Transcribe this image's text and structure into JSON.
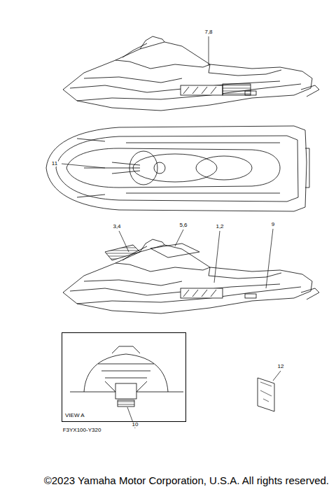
{
  "diagram": {
    "caption": "©2023 Yamaha Motor Corporation, U.S.A. All rights reserved.",
    "nodes": [
      {
        "text": [
          "VIEW A"
        ]
      }
    ],
    "edges": [],
    "labels": [
      "7,8",
      "11",
      "3,4",
      "5,6",
      "1,2",
      "9",
      "10",
      "12",
      "F3YX100-Y320"
    ]
  }
}
